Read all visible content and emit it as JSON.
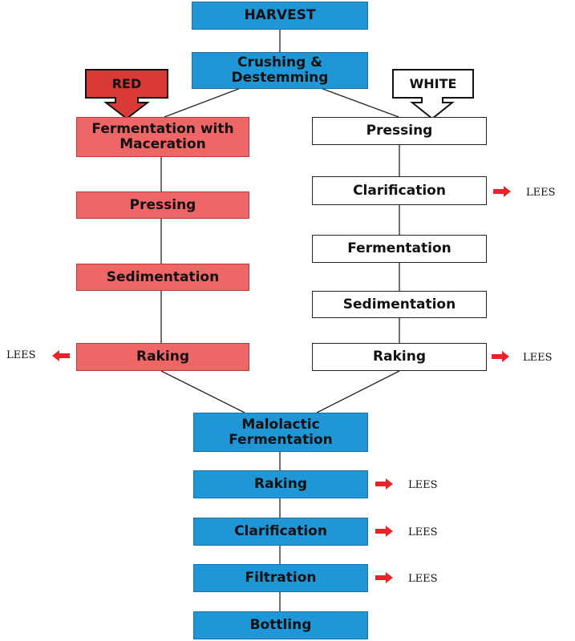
{
  "diagram": {
    "top_steps": {
      "harvest": "HARVEST",
      "crushing": [
        "Crushing &",
        "Destemming"
      ]
    },
    "red_branch": {
      "tag": "RED",
      "color": "#d93a36",
      "steps": {
        "fermentation": [
          "Fermentation with",
          "Maceration"
        ],
        "pressing": "Pressing",
        "sedimentation": "Sedimentation",
        "raking": "Raking"
      },
      "raking_output": "LEES"
    },
    "white_branch": {
      "tag": "WHITE",
      "steps": {
        "pressing": "Pressing",
        "clarification": "Clarification",
        "fermentation": "Fermentation",
        "sedimentation": "Sedimentation",
        "raking": "Raking"
      },
      "clarification_output": "LEES",
      "raking_output": "LEES"
    },
    "bottom_steps": {
      "malolactic": [
        "Malolactic",
        "Fermentation"
      ],
      "raking": "Raking",
      "clarification": "Clarification",
      "filtration": "Filtration",
      "bottling": "Bottling"
    },
    "bottom_outputs": {
      "raking": "LEES",
      "clarification": "LEES",
      "filtration": "LEES"
    },
    "colors": {
      "common_step": "#1f97d6",
      "red_step": "#ef6667",
      "white_step": "#ffffff",
      "lees_arrow": "#e8242b"
    },
    "arrow_icon": "right-arrow-icon / left-arrow-icon"
  }
}
